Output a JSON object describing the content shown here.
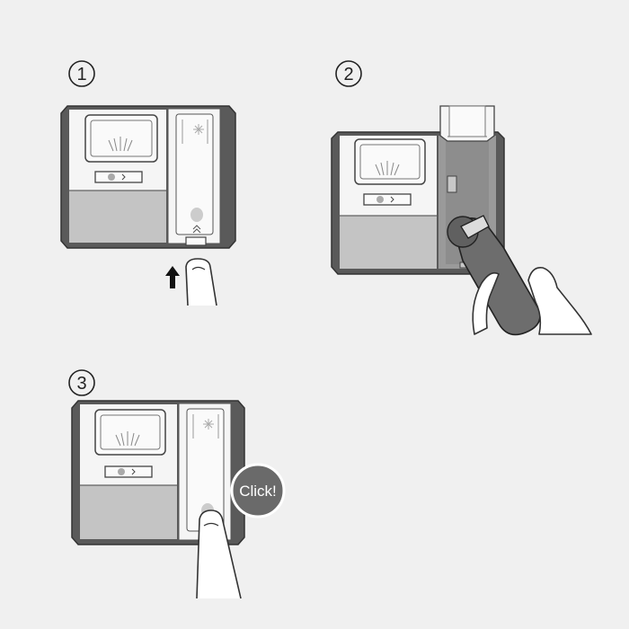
{
  "steps": [
    {
      "number": "1"
    },
    {
      "number": "2"
    },
    {
      "number": "3"
    }
  ],
  "click_badge": {
    "label": "Click!"
  },
  "icons": {
    "push_arrow": "arrow-up-icon",
    "sparkle": "sparkle-icon",
    "door_arrows": "double-chevron-up-icon"
  },
  "colors": {
    "background": "#f0f0f0",
    "frame": "#5a5a5a",
    "panel": "#f5f5f5",
    "grey_fill": "#c4c4c4",
    "dark_fill": "#6d6d6d",
    "badge": "#6a6a6a",
    "outline": "#333333"
  }
}
